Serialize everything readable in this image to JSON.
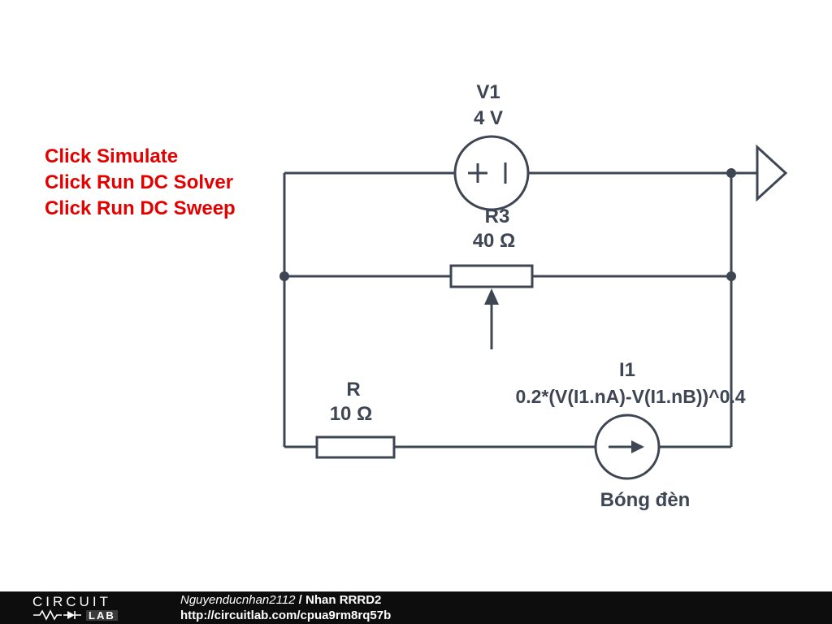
{
  "instructions": {
    "color": "#e50000",
    "lines": [
      "Click Simulate",
      "Click Run DC Solver",
      "Click Run DC Sweep"
    ]
  },
  "circuit": {
    "stroke_color": "#3e4553",
    "components": {
      "v1": {
        "label": "V1",
        "value": "4 V",
        "type": "voltage-source"
      },
      "r3": {
        "label": "R3",
        "value": "40 Ω",
        "type": "resistor"
      },
      "r": {
        "label": "R",
        "value": "10 Ω",
        "type": "resistor"
      },
      "i1": {
        "label": "I1",
        "value": "0.2*(V(I1.nA)-V(I1.nB))^0.4",
        "caption": "Bóng đèn",
        "type": "current-source"
      }
    }
  },
  "footer": {
    "logo": {
      "top": "CIRCUIT",
      "bottom": "LAB"
    },
    "author": "Nguyenducnhan2112",
    "separator": " / ",
    "project": "Nhan RRRD2",
    "url": "http://circuitlab.com/cpua9rm8rq57b"
  }
}
